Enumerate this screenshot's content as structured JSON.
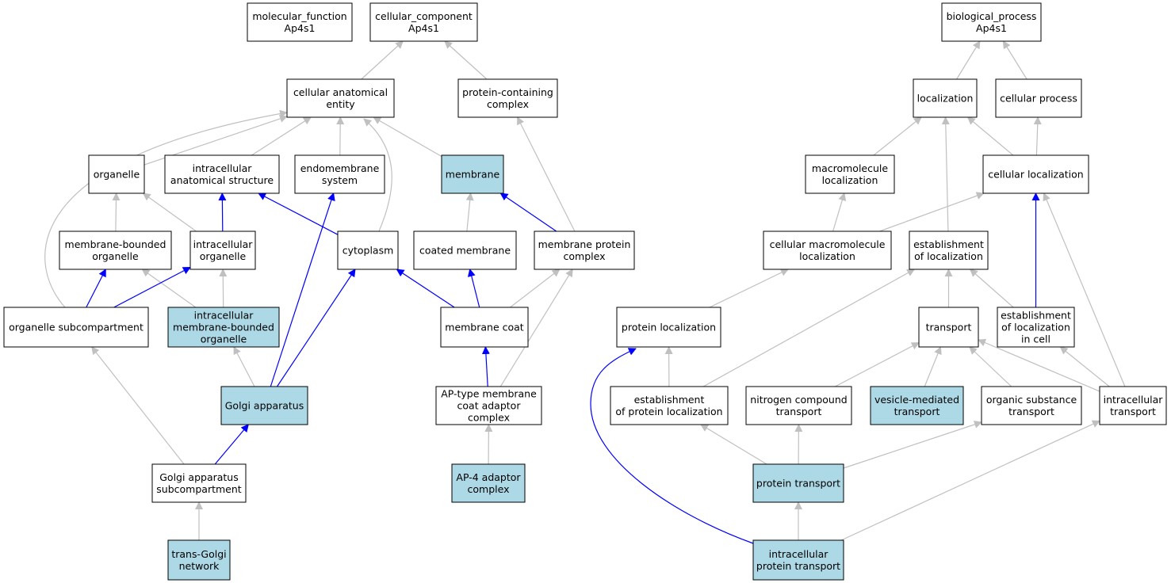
{
  "colors": {
    "highlight_fill": "#add8e6",
    "plain_fill": "#ffffff",
    "gray_edge": "#c0c0c0",
    "blue_edge": "#0000ff"
  },
  "nodes": [
    {
      "id": "mf",
      "lines": [
        "molecular_function",
        "Ap4s1"
      ],
      "highlighted": false
    },
    {
      "id": "cc",
      "lines": [
        "cellular_component",
        "Ap4s1"
      ],
      "highlighted": false
    },
    {
      "id": "bp",
      "lines": [
        "biological_process",
        "Ap4s1"
      ],
      "highlighted": false
    },
    {
      "id": "cae",
      "lines": [
        "cellular anatomical",
        "entity"
      ],
      "highlighted": false
    },
    {
      "id": "pcc",
      "lines": [
        "protein-containing",
        "complex"
      ],
      "highlighted": false
    },
    {
      "id": "loc",
      "lines": [
        "localization"
      ],
      "highlighted": false
    },
    {
      "id": "cp",
      "lines": [
        "cellular process"
      ],
      "highlighted": false
    },
    {
      "id": "org",
      "lines": [
        "organelle"
      ],
      "highlighted": false
    },
    {
      "id": "ias",
      "lines": [
        "intracellular",
        "anatomical structure"
      ],
      "highlighted": false
    },
    {
      "id": "es",
      "lines": [
        "endomembrane",
        "system"
      ],
      "highlighted": false
    },
    {
      "id": "mem",
      "lines": [
        "membrane"
      ],
      "highlighted": true
    },
    {
      "id": "mml",
      "lines": [
        "macromolecule",
        "localization"
      ],
      "highlighted": false
    },
    {
      "id": "cl",
      "lines": [
        "cellular localization"
      ],
      "highlighted": false
    },
    {
      "id": "mbo",
      "lines": [
        "membrane-bounded",
        "organelle"
      ],
      "highlighted": false
    },
    {
      "id": "io",
      "lines": [
        "intracellular",
        "organelle"
      ],
      "highlighted": false
    },
    {
      "id": "cyt",
      "lines": [
        "cytoplasm"
      ],
      "highlighted": false
    },
    {
      "id": "cm",
      "lines": [
        "coated membrane"
      ],
      "highlighted": false
    },
    {
      "id": "mpc",
      "lines": [
        "membrane protein",
        "complex"
      ],
      "highlighted": false
    },
    {
      "id": "cmml",
      "lines": [
        "cellular macromolecule",
        "localization"
      ],
      "highlighted": false
    },
    {
      "id": "eol",
      "lines": [
        "establishment",
        "of localization"
      ],
      "highlighted": false
    },
    {
      "id": "osc",
      "lines": [
        "organelle subcompartment"
      ],
      "highlighted": false
    },
    {
      "id": "imbo",
      "lines": [
        "intracellular",
        "membrane-bounded",
        "organelle"
      ],
      "highlighted": true
    },
    {
      "id": "mc",
      "lines": [
        "membrane coat"
      ],
      "highlighted": false
    },
    {
      "id": "pl",
      "lines": [
        "protein localization"
      ],
      "highlighted": false
    },
    {
      "id": "tr",
      "lines": [
        "transport"
      ],
      "highlighted": false
    },
    {
      "id": "eolc",
      "lines": [
        "establishment",
        "of localization",
        "in cell"
      ],
      "highlighted": false
    },
    {
      "id": "ga",
      "lines": [
        "Golgi apparatus"
      ],
      "highlighted": true
    },
    {
      "id": "apt",
      "lines": [
        "AP-type membrane",
        "coat adaptor",
        "complex"
      ],
      "highlighted": false
    },
    {
      "id": "epl",
      "lines": [
        "establishment",
        "of protein localization"
      ],
      "highlighted": false
    },
    {
      "id": "nct",
      "lines": [
        "nitrogen compound",
        "transport"
      ],
      "highlighted": false
    },
    {
      "id": "vmt",
      "lines": [
        "vesicle-mediated",
        "transport"
      ],
      "highlighted": true
    },
    {
      "id": "ost",
      "lines": [
        "organic substance",
        "transport"
      ],
      "highlighted": false
    },
    {
      "id": "it",
      "lines": [
        "intracellular",
        "transport"
      ],
      "highlighted": false
    },
    {
      "id": "gas",
      "lines": [
        "Golgi apparatus",
        "subcompartment"
      ],
      "highlighted": false
    },
    {
      "id": "ap4",
      "lines": [
        "AP-4 adaptor",
        "complex"
      ],
      "highlighted": true
    },
    {
      "id": "pt",
      "lines": [
        "protein transport"
      ],
      "highlighted": true
    },
    {
      "id": "tgn",
      "lines": [
        "trans-Golgi",
        "network"
      ],
      "highlighted": true
    },
    {
      "id": "ipt",
      "lines": [
        "intracellular",
        "protein transport"
      ],
      "highlighted": true
    }
  ],
  "edges": [
    {
      "from": "cae",
      "to": "cc",
      "color": "gray"
    },
    {
      "from": "pcc",
      "to": "cc",
      "color": "gray"
    },
    {
      "from": "loc",
      "to": "bp",
      "color": "gray"
    },
    {
      "from": "cp",
      "to": "bp",
      "color": "gray"
    },
    {
      "from": "org",
      "to": "cae",
      "color": "gray"
    },
    {
      "from": "ias",
      "to": "cae",
      "color": "gray"
    },
    {
      "from": "es",
      "to": "cae",
      "color": "gray"
    },
    {
      "from": "mem",
      "to": "cae",
      "color": "gray"
    },
    {
      "from": "osc",
      "to": "cae",
      "color": "gray"
    },
    {
      "from": "cyt",
      "to": "cae",
      "color": "gray"
    },
    {
      "from": "mpc",
      "to": "pcc",
      "color": "gray"
    },
    {
      "from": "mml",
      "to": "loc",
      "color": "gray"
    },
    {
      "from": "cl",
      "to": "loc",
      "color": "gray"
    },
    {
      "from": "eol",
      "to": "loc",
      "color": "gray"
    },
    {
      "from": "cl",
      "to": "cp",
      "color": "gray"
    },
    {
      "from": "mbo",
      "to": "org",
      "color": "gray"
    },
    {
      "from": "io",
      "to": "org",
      "color": "gray"
    },
    {
      "from": "io",
      "to": "ias",
      "color": "blue"
    },
    {
      "from": "cyt",
      "to": "ias",
      "color": "blue"
    },
    {
      "from": "ga",
      "to": "es",
      "color": "blue"
    },
    {
      "from": "cm",
      "to": "mem",
      "color": "gray"
    },
    {
      "from": "mpc",
      "to": "mem",
      "color": "blue"
    },
    {
      "from": "cmml",
      "to": "mml",
      "color": "gray"
    },
    {
      "from": "cmml",
      "to": "cl",
      "color": "gray"
    },
    {
      "from": "eolc",
      "to": "cl",
      "color": "blue"
    },
    {
      "from": "it",
      "to": "cl",
      "color": "gray"
    },
    {
      "from": "osc",
      "to": "mbo",
      "color": "blue"
    },
    {
      "from": "imbo",
      "to": "mbo",
      "color": "gray"
    },
    {
      "from": "osc",
      "to": "io",
      "color": "blue"
    },
    {
      "from": "imbo",
      "to": "io",
      "color": "gray"
    },
    {
      "from": "ga",
      "to": "cyt",
      "color": "blue"
    },
    {
      "from": "mc",
      "to": "cyt",
      "color": "blue"
    },
    {
      "from": "mc",
      "to": "cm",
      "color": "blue"
    },
    {
      "from": "mc",
      "to": "mpc",
      "color": "gray"
    },
    {
      "from": "apt",
      "to": "mpc",
      "color": "gray"
    },
    {
      "from": "pl",
      "to": "cmml",
      "color": "gray"
    },
    {
      "from": "epl",
      "to": "eol",
      "color": "gray"
    },
    {
      "from": "tr",
      "to": "eol",
      "color": "gray"
    },
    {
      "from": "eolc",
      "to": "eol",
      "color": "gray"
    },
    {
      "from": "gas",
      "to": "osc",
      "color": "gray"
    },
    {
      "from": "ga",
      "to": "imbo",
      "color": "gray"
    },
    {
      "from": "apt",
      "to": "mc",
      "color": "blue"
    },
    {
      "from": "epl",
      "to": "pl",
      "color": "gray"
    },
    {
      "from": "ipt",
      "to": "pl",
      "color": "blue"
    },
    {
      "from": "nct",
      "to": "tr",
      "color": "gray"
    },
    {
      "from": "vmt",
      "to": "tr",
      "color": "gray"
    },
    {
      "from": "ost",
      "to": "tr",
      "color": "gray"
    },
    {
      "from": "it",
      "to": "tr",
      "color": "gray"
    },
    {
      "from": "it",
      "to": "eolc",
      "color": "gray"
    },
    {
      "from": "gas",
      "to": "ga",
      "color": "blue"
    },
    {
      "from": "ap4",
      "to": "apt",
      "color": "gray"
    },
    {
      "from": "pt",
      "to": "epl",
      "color": "gray"
    },
    {
      "from": "pt",
      "to": "nct",
      "color": "gray"
    },
    {
      "from": "pt",
      "to": "ost",
      "color": "gray"
    },
    {
      "from": "ipt",
      "to": "it",
      "color": "gray"
    },
    {
      "from": "tgn",
      "to": "gas",
      "color": "gray"
    },
    {
      "from": "ipt",
      "to": "pt",
      "color": "gray"
    }
  ]
}
